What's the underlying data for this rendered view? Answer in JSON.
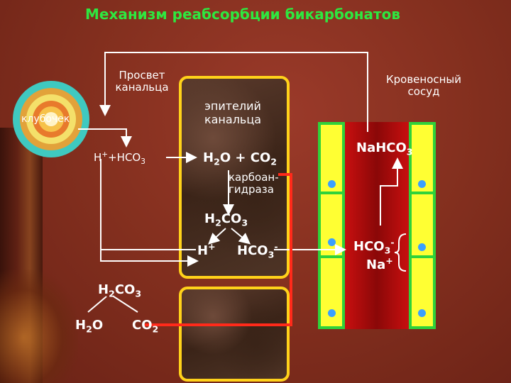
{
  "title": "Механизм реабсорбции бикарбонатов",
  "labels": {
    "lumen_line1": "Просвет",
    "lumen_line2": "канальца",
    "epithelium_line1": "эпителий",
    "epithelium_line2": "канальца",
    "vessel_line1": "Кровеносный",
    "vessel_line2": "сосуд",
    "glomerulus": "клубочек",
    "enzyme_line1": "карбоан-",
    "enzyme_line2": "гидраза"
  },
  "chem": {
    "h_hco3_lumen": {
      "h": "H",
      "h_sup": "+",
      "plus": "+HCO",
      "sub": "3"
    },
    "h2o_co2_cell": {
      "a": "H",
      "a_sub": "2",
      "b": "O + CO",
      "b_sub": "2"
    },
    "h2co3_cell": {
      "a": "H",
      "a_sub": "2",
      "b": "CO",
      "b_sub": "3"
    },
    "h_plus_cell": {
      "a": "H",
      "a_sup": "+"
    },
    "hco3_cell": {
      "a": "HCO",
      "a_sub": "3",
      "a_sup": "-"
    },
    "nahco3_blood": {
      "a": "NaHCO",
      "a_sub": "3"
    },
    "hco3_blood": {
      "a": "HCO",
      "a_sub": "3",
      "a_sup": "-"
    },
    "na_blood": {
      "a": "Na",
      "a_sup": "+"
    },
    "h2co3_lumen": {
      "a": "H",
      "a_sub": "2",
      "b": "CO",
      "b_sub": "3"
    },
    "h2o_lumen": {
      "a": "H",
      "a_sub": "2",
      "b": "O"
    },
    "co2_lumen": {
      "a": "CO",
      "a_sub": "2"
    }
  },
  "colors": {
    "title": "#2ee840",
    "cell_border": "#ffd21a",
    "vessel_wall": "#ffff33",
    "vessel_border": "#2fd23a",
    "blood": "#c80f0f",
    "co2_path": "#ff2a1a",
    "dots": "#3aa0ff"
  }
}
